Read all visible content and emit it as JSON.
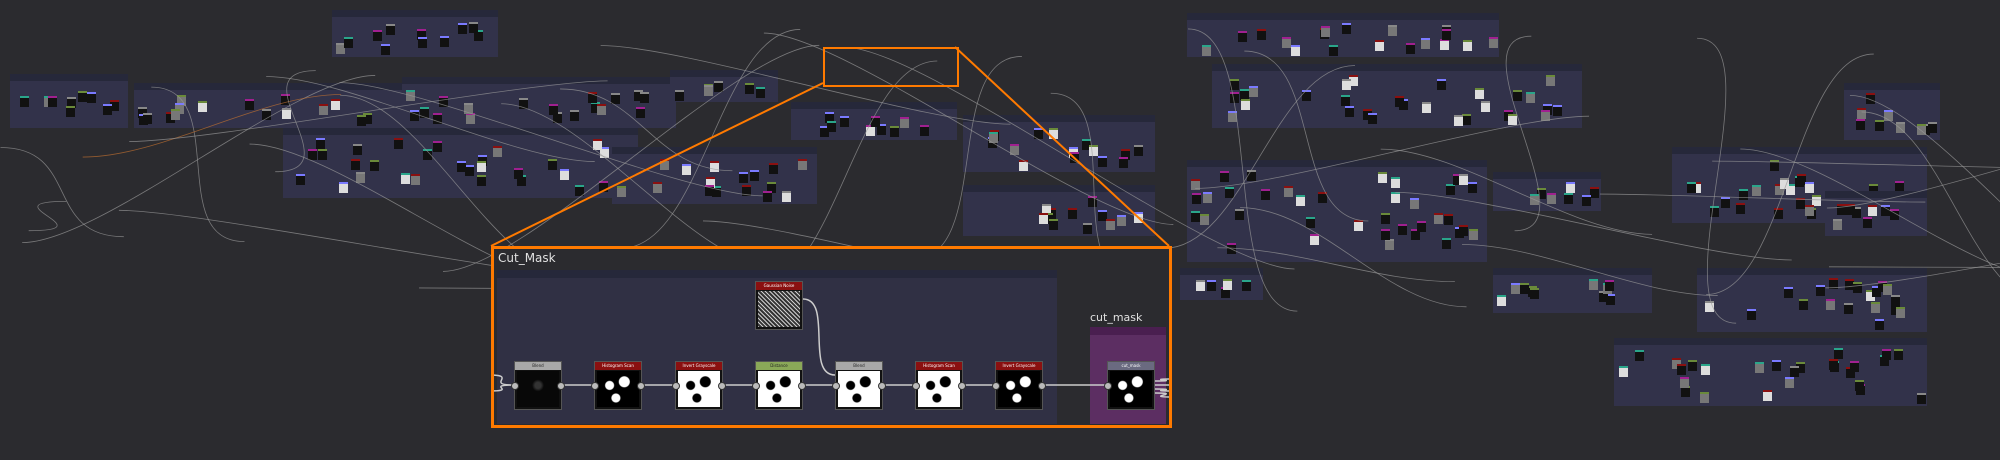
{
  "colors": {
    "accent": "#ff7a00",
    "frame": "#32324a",
    "output_frame": "#5c2e62"
  },
  "inset": {
    "frame_title": "Cut_Mask",
    "output_frame_title": "cut_mask",
    "nodes": [
      {
        "label": "Blend",
        "header": "#a8a8a8",
        "img": "dark"
      },
      {
        "label": "Histogram Scan",
        "header": "#8a1010",
        "img": "black"
      },
      {
        "label": "Invert Grayscale",
        "header": "#8a1010",
        "img": "white"
      },
      {
        "label": "Distance",
        "header": "#8aa858",
        "img": "white"
      },
      {
        "label": "Blend",
        "header": "#a8a8a8",
        "img": "white"
      },
      {
        "label": "Histogram Scan",
        "header": "#8a1010",
        "img": "white"
      },
      {
        "label": "Invert Grayscale",
        "header": "#8a1010",
        "img": "black"
      },
      {
        "label": "cut_mask",
        "header": "#6a6a80",
        "img": "black"
      }
    ],
    "noise_node": {
      "label": "Gaussian Noise",
      "header": "#8a1010"
    }
  }
}
